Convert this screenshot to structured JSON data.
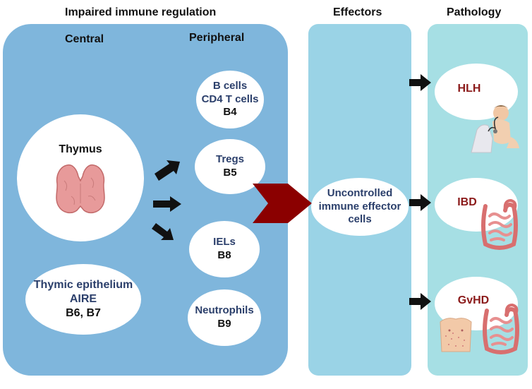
{
  "headers": {
    "impaired": "Impaired immune regulation",
    "central": "Central",
    "peripheral": "Peripheral",
    "effectors": "Effectors",
    "pathology": "Pathology"
  },
  "central": {
    "thymus": {
      "label": "Thymus"
    },
    "thymic_epithelium": {
      "line1": "Thymic epithelium",
      "line2": "AIRE",
      "ref": "B6, B7"
    }
  },
  "peripheral": [
    {
      "line1": "B cells",
      "line2": "CD4 T cells",
      "ref": "B4"
    },
    {
      "line1": "Tregs",
      "ref": "B5"
    },
    {
      "line1": "IELs",
      "ref": "B8"
    },
    {
      "line1": "Neutrophils",
      "ref": "B9"
    }
  ],
  "effector": {
    "line1": "Uncontrolled",
    "line2": "immune effector",
    "line3": "cells"
  },
  "pathology": [
    {
      "label": "HLH",
      "icon": "child-examination-icon"
    },
    {
      "label": "IBD",
      "icon": "intestine-icon"
    },
    {
      "label": "GvHD",
      "icon": "torso-rash-icon"
    }
  ],
  "colors": {
    "regulation_panel": "#7fb6dc",
    "effector_panel": "#9ad3e6",
    "pathology_panel": "#a6dfe4",
    "big_arrow": "#8b0000",
    "navy_text": "#2b3f6b",
    "pathology_text": "#8b1a1a"
  }
}
